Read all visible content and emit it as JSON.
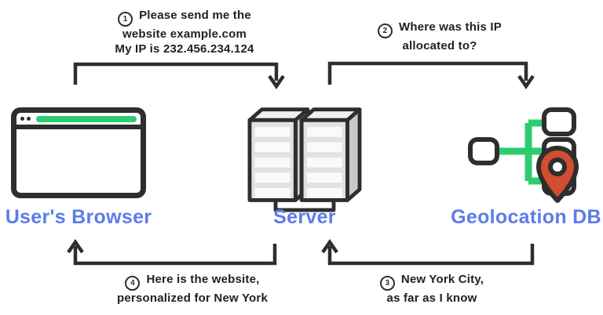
{
  "diagram": {
    "nodes": {
      "browser": {
        "label": "User's Browser"
      },
      "server": {
        "label": "Server"
      },
      "geodb": {
        "label": "Geolocation DB"
      }
    },
    "steps": {
      "s1": {
        "number": "1",
        "line1": "Please send me the",
        "line2": "website example.com",
        "line3": "My IP is 232.456.234.124"
      },
      "s2": {
        "number": "2",
        "line1": "Where was this IP",
        "line2": "allocated to?"
      },
      "s3": {
        "number": "3",
        "line1": "New York City,",
        "line2": "as far as I know"
      },
      "s4": {
        "number": "4",
        "line1": "Here is the website,",
        "line2": "personalized for New York"
      }
    },
    "icons": {
      "browser": "browser-window-icon",
      "server": "server-towers-icon",
      "geodb": "geolocation-tree-icon",
      "pin": "map-pin-icon"
    },
    "colors": {
      "accent_blue": "#5b7cea",
      "green": "#2ecc71",
      "pin_red": "#d14e31",
      "outline_dark": "#2e2e2e",
      "server_face": "#e2e2e2",
      "server_side": "#c9c9c9",
      "server_top": "#f0f0f0"
    }
  }
}
